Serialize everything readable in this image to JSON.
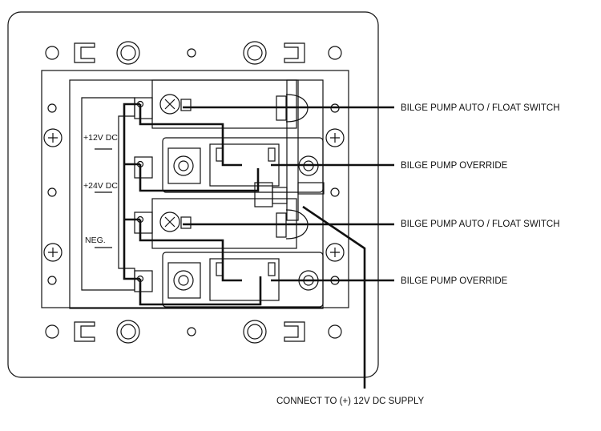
{
  "panel": {
    "terminal_labels": {
      "plus12": "+12V DC",
      "plus24": "+24V DC",
      "neg": "NEG."
    }
  },
  "callouts": {
    "auto1": "BILGE PUMP AUTO / FLOAT SWITCH",
    "override1": "BILGE PUMP OVERRIDE",
    "auto2": "BILGE PUMP AUTO / FLOAT SWITCH",
    "override2": "BILGE PUMP OVERRIDE",
    "supply": "CONNECT TO (+) 12V DC SUPPLY"
  },
  "colors": {
    "line": "#111111",
    "fill": "#ffffff"
  }
}
